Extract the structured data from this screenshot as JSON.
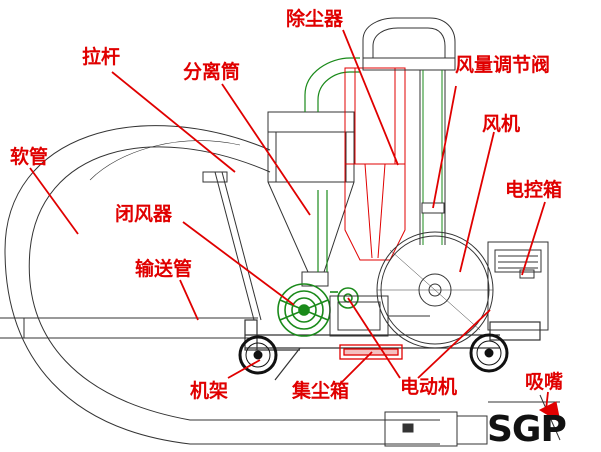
{
  "labels": {
    "chuchenqi": "除尘器",
    "lagan": "拉杆",
    "fenlitong": "分离筒",
    "fengliang_tiaojiefa": "风量调节阀",
    "ruanguan": "软管",
    "fengji": "风机",
    "dianxiangxiang": "电控箱",
    "bifengqi": "闭风器",
    "shusongguan": "输送管",
    "jijia": "机架",
    "jichenxiang": "集尘箱",
    "diandongji": "电动机",
    "xizui": "吸嘴"
  },
  "logo": {
    "text": "SGP"
  },
  "colors": {
    "label": "#e00000",
    "line_black": "#333333",
    "line_green": "#1a8a1a",
    "line_red": "#e00000"
  }
}
